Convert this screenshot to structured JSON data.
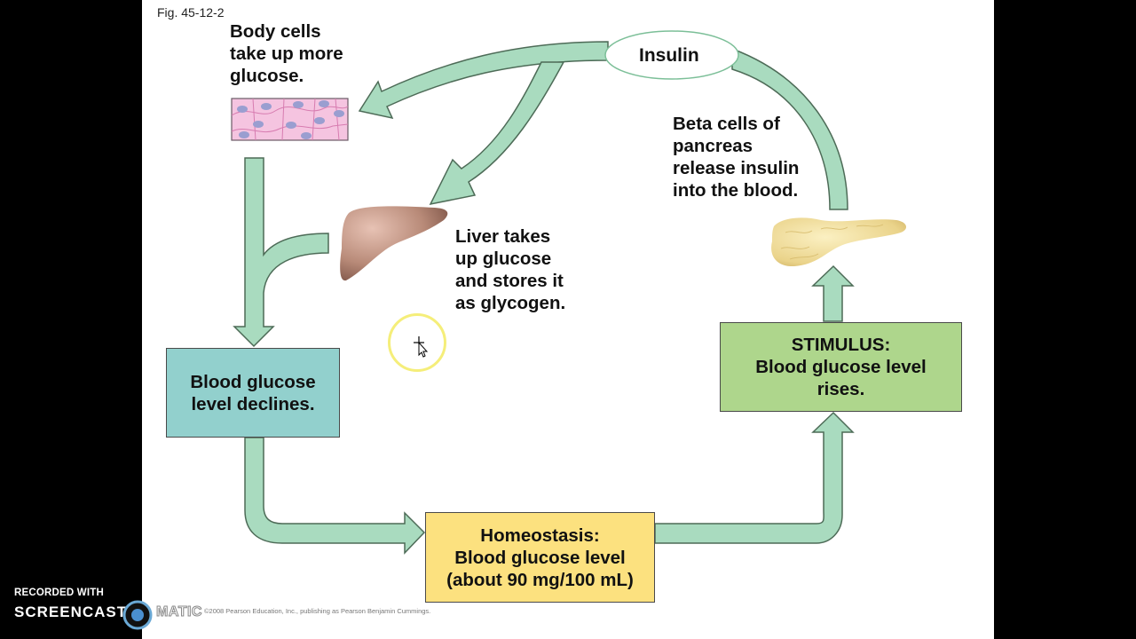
{
  "figure": {
    "label": "Fig. 45-12-2",
    "copyright": "©2008 Pearson Education, Inc., publishing as Pearson Benjamin Cummings."
  },
  "labels": {
    "body_cells": [
      "Body cells",
      "take up more",
      "glucose."
    ],
    "liver": [
      "Liver takes",
      "up glucose",
      "and stores it",
      "as glycogen."
    ],
    "beta_cells": [
      "Beta cells of",
      "pancreas",
      "release insulin",
      "into the blood."
    ],
    "insulin": "Insulin"
  },
  "boxes": {
    "declines": {
      "lines": [
        "Blood glucose",
        "level declines."
      ],
      "color": "#92d0cd"
    },
    "stimulus": {
      "lines": [
        "STIMULUS:",
        "Blood glucose level",
        "rises."
      ],
      "color": "#aed68c"
    },
    "homeostasis": {
      "lines": [
        "Homeostasis:",
        "Blood glucose level",
        "(about 90 mg/100 mL)"
      ],
      "color": "#fce17f"
    }
  },
  "colors": {
    "arrow_fill": "#a9dbbf",
    "arrow_stroke": "#4d6b57",
    "liver": "#b07f6e",
    "pancreas": "#f0dc98",
    "cells": "#f5c4e0",
    "nuclei": "#9a9ed0"
  },
  "icons": {
    "cursor": "move-pointer-icon",
    "watermark_logo": "screencast-logo-icon"
  },
  "watermark": {
    "recorded_with": "RECORDED WITH",
    "brand_left": "SCREENCAST",
    "brand_right": "MATIC"
  }
}
